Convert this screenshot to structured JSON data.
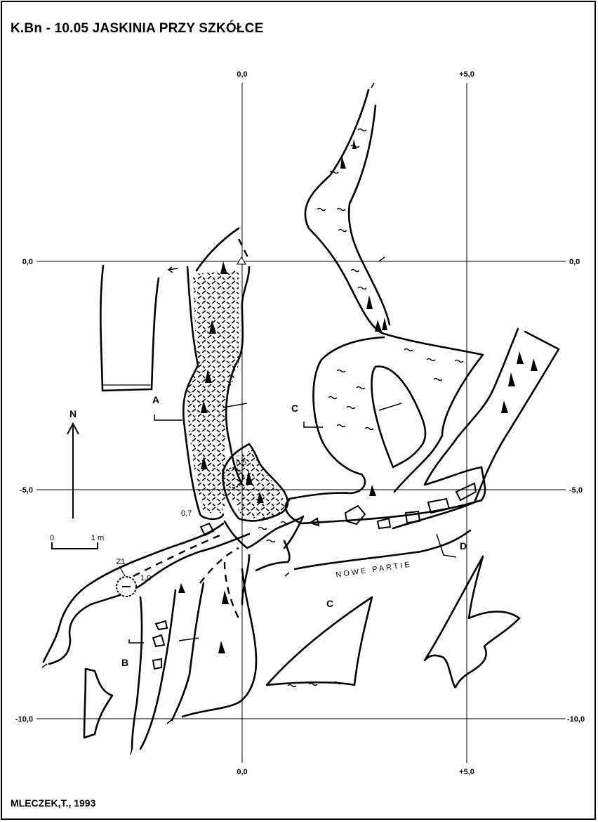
{
  "title": "K.Bn - 10.05  JASKINIA PRZY SZKÓŁCE",
  "author": "MLECZEK,T., 1993",
  "grid": {
    "top": {
      "x0": "0,0",
      "x5": "+5,0"
    },
    "bottom": {
      "x0": "0,0",
      "x5": "+5,0"
    },
    "left": {
      "y0": "0,0",
      "y5": "-5,0",
      "y10": "-10,0"
    },
    "right": {
      "y0": "0,0",
      "y5": "-5,0",
      "y10": "-10,0"
    }
  },
  "north_label": "N",
  "scale": {
    "start": "0",
    "end": "1 m"
  },
  "sections": {
    "a": "A",
    "b": "B",
    "c1": "C",
    "c2": "C",
    "d": "D"
  },
  "depths": {
    "d05": "0,5",
    "d07": "0,7",
    "d10": "1,0"
  },
  "entrance_label": "Z1",
  "passage_label": "NOWE PARTIE"
}
